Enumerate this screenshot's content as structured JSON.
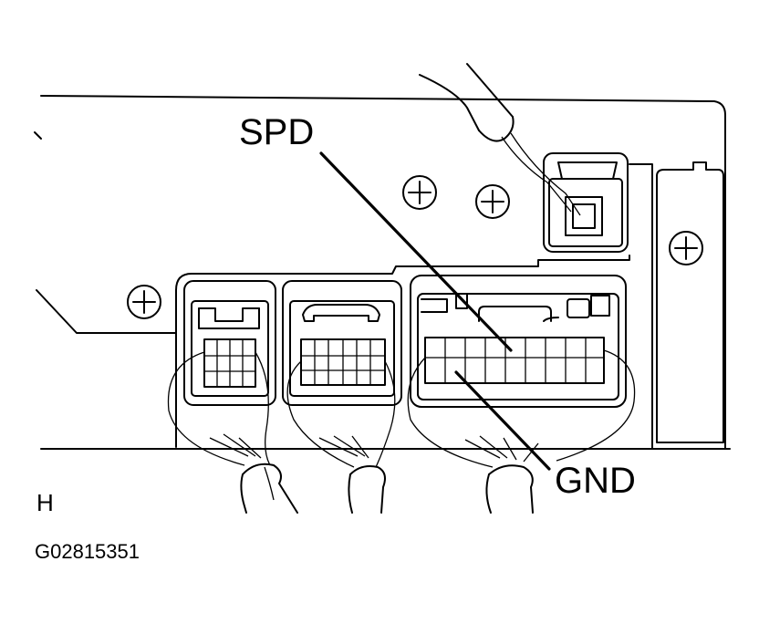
{
  "diagram": {
    "labels": {
      "spd": "SPD",
      "gnd": "GND",
      "view": "H",
      "figure_code": "G02815351"
    },
    "colors": {
      "ink": "#000000",
      "paper": "#ffffff"
    },
    "icons": [
      "screw-icon",
      "connector-icon",
      "wire-harness-icon",
      "probe-icon"
    ]
  }
}
